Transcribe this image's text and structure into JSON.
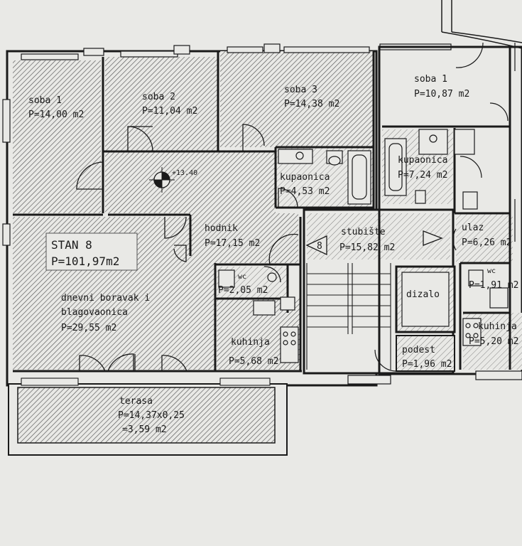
{
  "plan": {
    "unit": {
      "name": "STAN 8",
      "area": "P=101,97m2"
    },
    "level_mark": "+13.40",
    "stair_mark": "8",
    "rooms": [
      {
        "id": "soba1_left",
        "name": "soba 1",
        "area": "P=14,00 m2"
      },
      {
        "id": "soba2",
        "name": "soba 2",
        "area": "P=11,04 m2"
      },
      {
        "id": "soba3",
        "name": "soba 3",
        "area": "P=14,38 m2"
      },
      {
        "id": "kupaonica_left",
        "name": "kupaonica",
        "area": "P=4,53 m2"
      },
      {
        "id": "hodnik",
        "name": "hodnik",
        "area": "P=17,15 m2"
      },
      {
        "id": "wc_left",
        "name": "wc",
        "area": "P=2,05 m2"
      },
      {
        "id": "dnevni",
        "name_line1": "dnevni boravak i",
        "name_line2": "blagovaonica",
        "area": "P=29,55 m2"
      },
      {
        "id": "kuhinja_left",
        "name": "kuhinja",
        "area": "P=5,68 m2"
      },
      {
        "id": "stubiste",
        "name": "stubište",
        "area": "P=15,82 m2"
      },
      {
        "id": "dizalo",
        "name": "dizalo"
      },
      {
        "id": "podest",
        "name": "podest",
        "area": "P=1,96 m2"
      },
      {
        "id": "soba1_right",
        "name": "soba 1",
        "area": "P=10,87 m2"
      },
      {
        "id": "kupaonica_right",
        "name": "kupaonica",
        "area": "P=7,24 m2"
      },
      {
        "id": "ulaz",
        "name": "ulaz",
        "area": "P=6,26 m2"
      },
      {
        "id": "wc_right",
        "name": "wc",
        "area": "P=1,91 m2"
      },
      {
        "id": "kuhinja_right",
        "name": "kuhinja",
        "area": "P=5,20 m2"
      }
    ],
    "terrace": {
      "name": "terasa",
      "formula": "P=14,37x0,25",
      "area": "=3,59 m2"
    },
    "colors": {
      "paper": "#e9e9e6",
      "ink": "#1a1a1a",
      "hatch": "#5a5a5a"
    }
  }
}
